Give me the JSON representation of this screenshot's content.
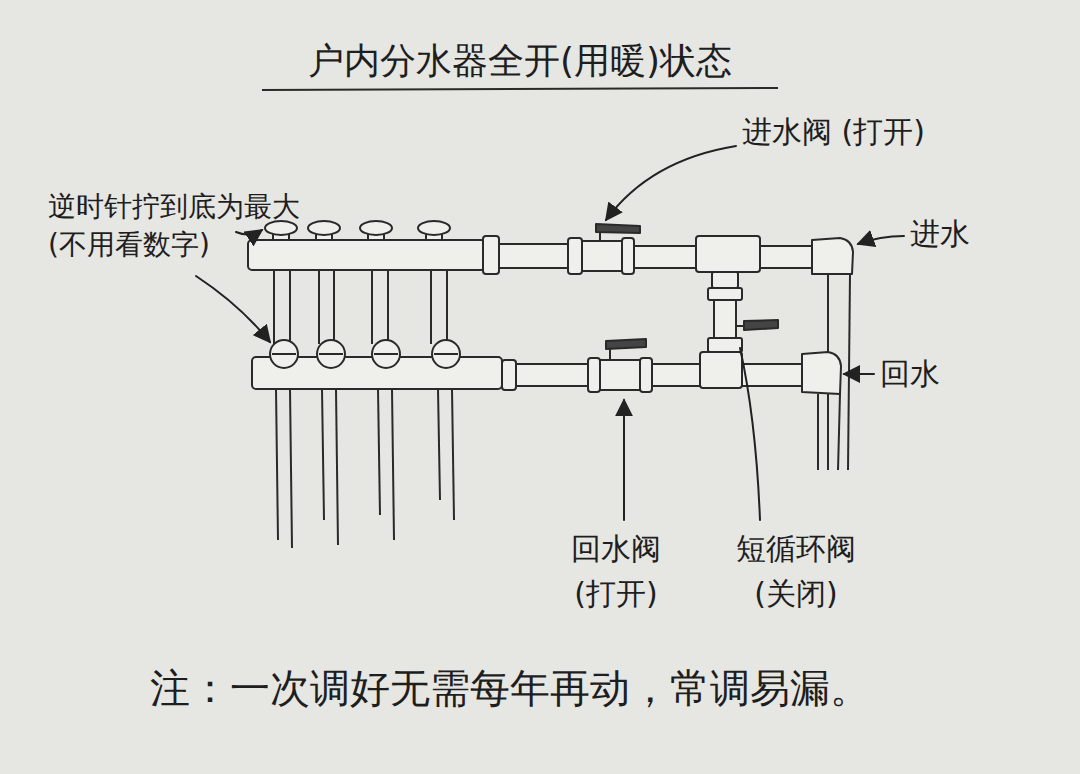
{
  "diagram": {
    "title": "户内分水器全开(用暖)状态",
    "caption": "注：一次调好无需每年再动，常调易漏。",
    "labels": [
      "进水阀 (打开)",
      "逆时针拧到底为最大 (不用看数字)",
      "进水",
      "回水",
      "回水阀 (打开)",
      "短循环阀 (关闭)"
    ]
  }
}
